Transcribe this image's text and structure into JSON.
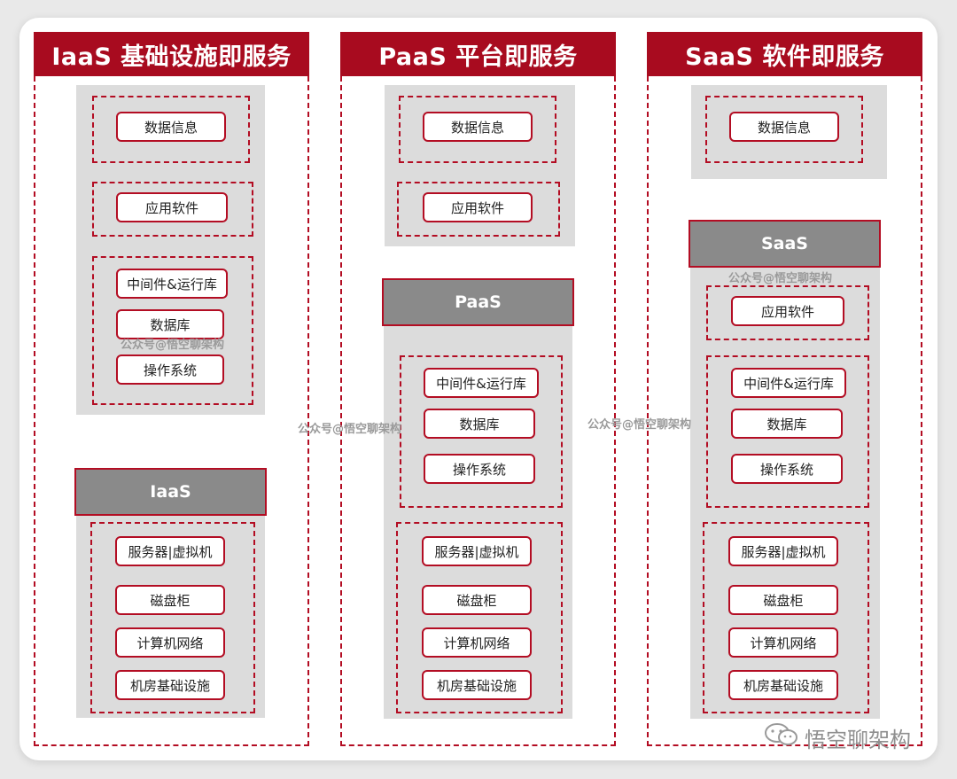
{
  "columns": [
    {
      "title": "IaaS 基础设施即服务",
      "layer_label": "IaaS",
      "groups": [
        [
          "数据信息"
        ],
        [
          "应用软件"
        ],
        [
          "中间件&运行库",
          "数据库",
          "操作系统"
        ],
        [
          "服务器|虚拟机",
          "磁盘柜",
          "计算机网络",
          "机房基础设施"
        ]
      ]
    },
    {
      "title": "PaaS 平台即服务",
      "layer_label": "PaaS",
      "groups": [
        [
          "数据信息"
        ],
        [
          "应用软件"
        ],
        [
          "中间件&运行库",
          "数据库",
          "操作系统"
        ],
        [
          "服务器|虚拟机",
          "磁盘柜",
          "计算机网络",
          "机房基础设施"
        ]
      ]
    },
    {
      "title": "SaaS 软件即服务",
      "layer_label": "SaaS",
      "groups": [
        [
          "数据信息"
        ],
        [
          "应用软件"
        ],
        [
          "中间件&运行库",
          "数据库",
          "操作系统"
        ],
        [
          "服务器|虚拟机",
          "磁盘柜",
          "计算机网络",
          "机房基础设施"
        ]
      ]
    }
  ],
  "watermark": "公众号@悟空聊架构",
  "brand_name": "悟空聊架构",
  "colors": {
    "accent": "#a80b1f",
    "layer_gray": "#8a8a8a",
    "stack_gray": "#dcdcdc"
  }
}
